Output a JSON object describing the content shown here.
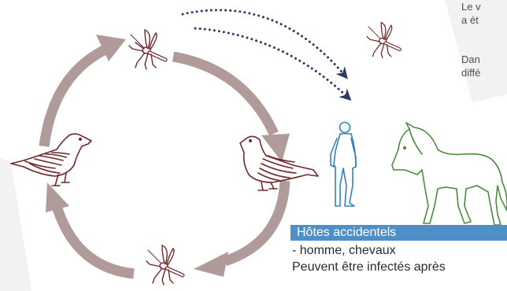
{
  "info_panel": {
    "line1": "Le v",
    "line2": "a ét",
    "line3": "Dan",
    "line4": "diffé"
  },
  "accidental_hosts": {
    "heading": "Hôtes accidentels",
    "line1": "- homme, chevaux",
    "line2": "Peuvent être infectés après"
  },
  "colors": {
    "cycle_arrow": "#b09a9a",
    "dotted_arrow": "#2c3a66",
    "bird_outline": "#6e2a2a",
    "human_outline": "#2f82c0",
    "horse_outline": "#4d8a3a",
    "heading_background": "#4e8fc9",
    "panel_background": "#f2f2f2"
  },
  "icons": {
    "bird_left": "crow-icon",
    "bird_right": "dove-icon",
    "mosquito_top": "mosquito-icon",
    "mosquito_bottom": "mosquito-icon",
    "mosquito_flying": "mosquito-icon",
    "human": "human-icon",
    "horse": "horse-icon"
  }
}
